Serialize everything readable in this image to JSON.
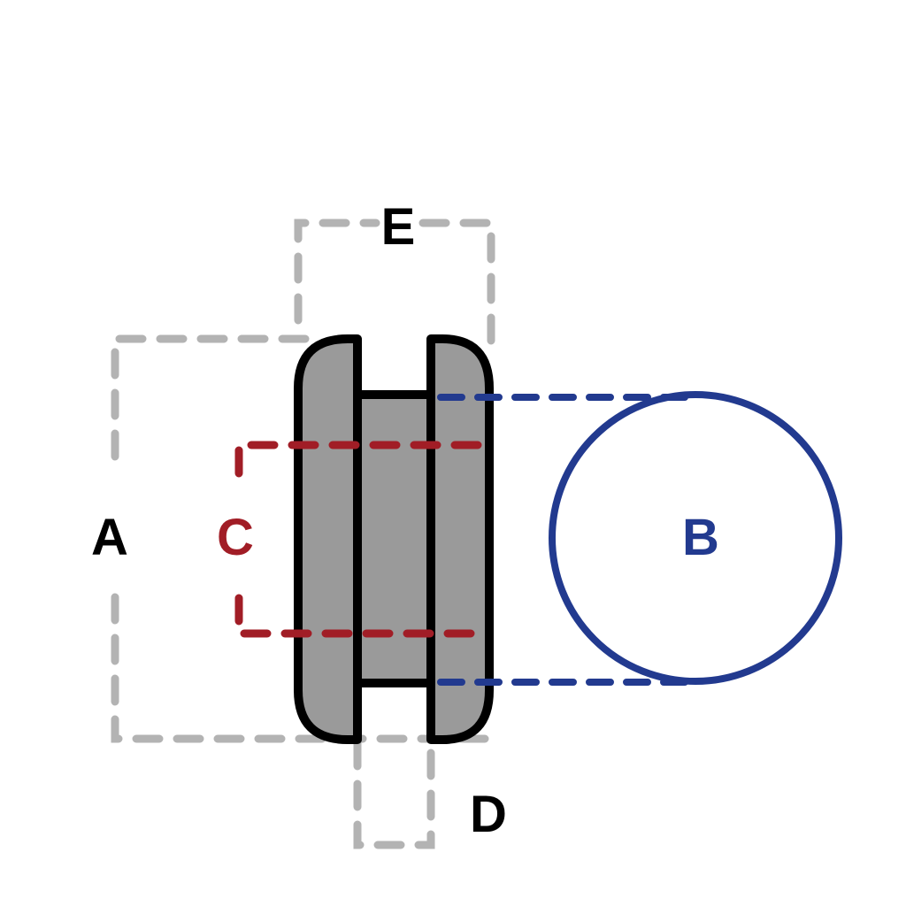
{
  "labels": {
    "a": "A",
    "b": "B",
    "c": "C",
    "d": "D",
    "e": "E"
  },
  "colors": {
    "grey_dash": "#b3b3b3",
    "red_dash": "#a11d26",
    "blue": "#223a8f",
    "grommet_fill": "#9a9a9a",
    "outline": "#000000",
    "text": "#000000"
  }
}
